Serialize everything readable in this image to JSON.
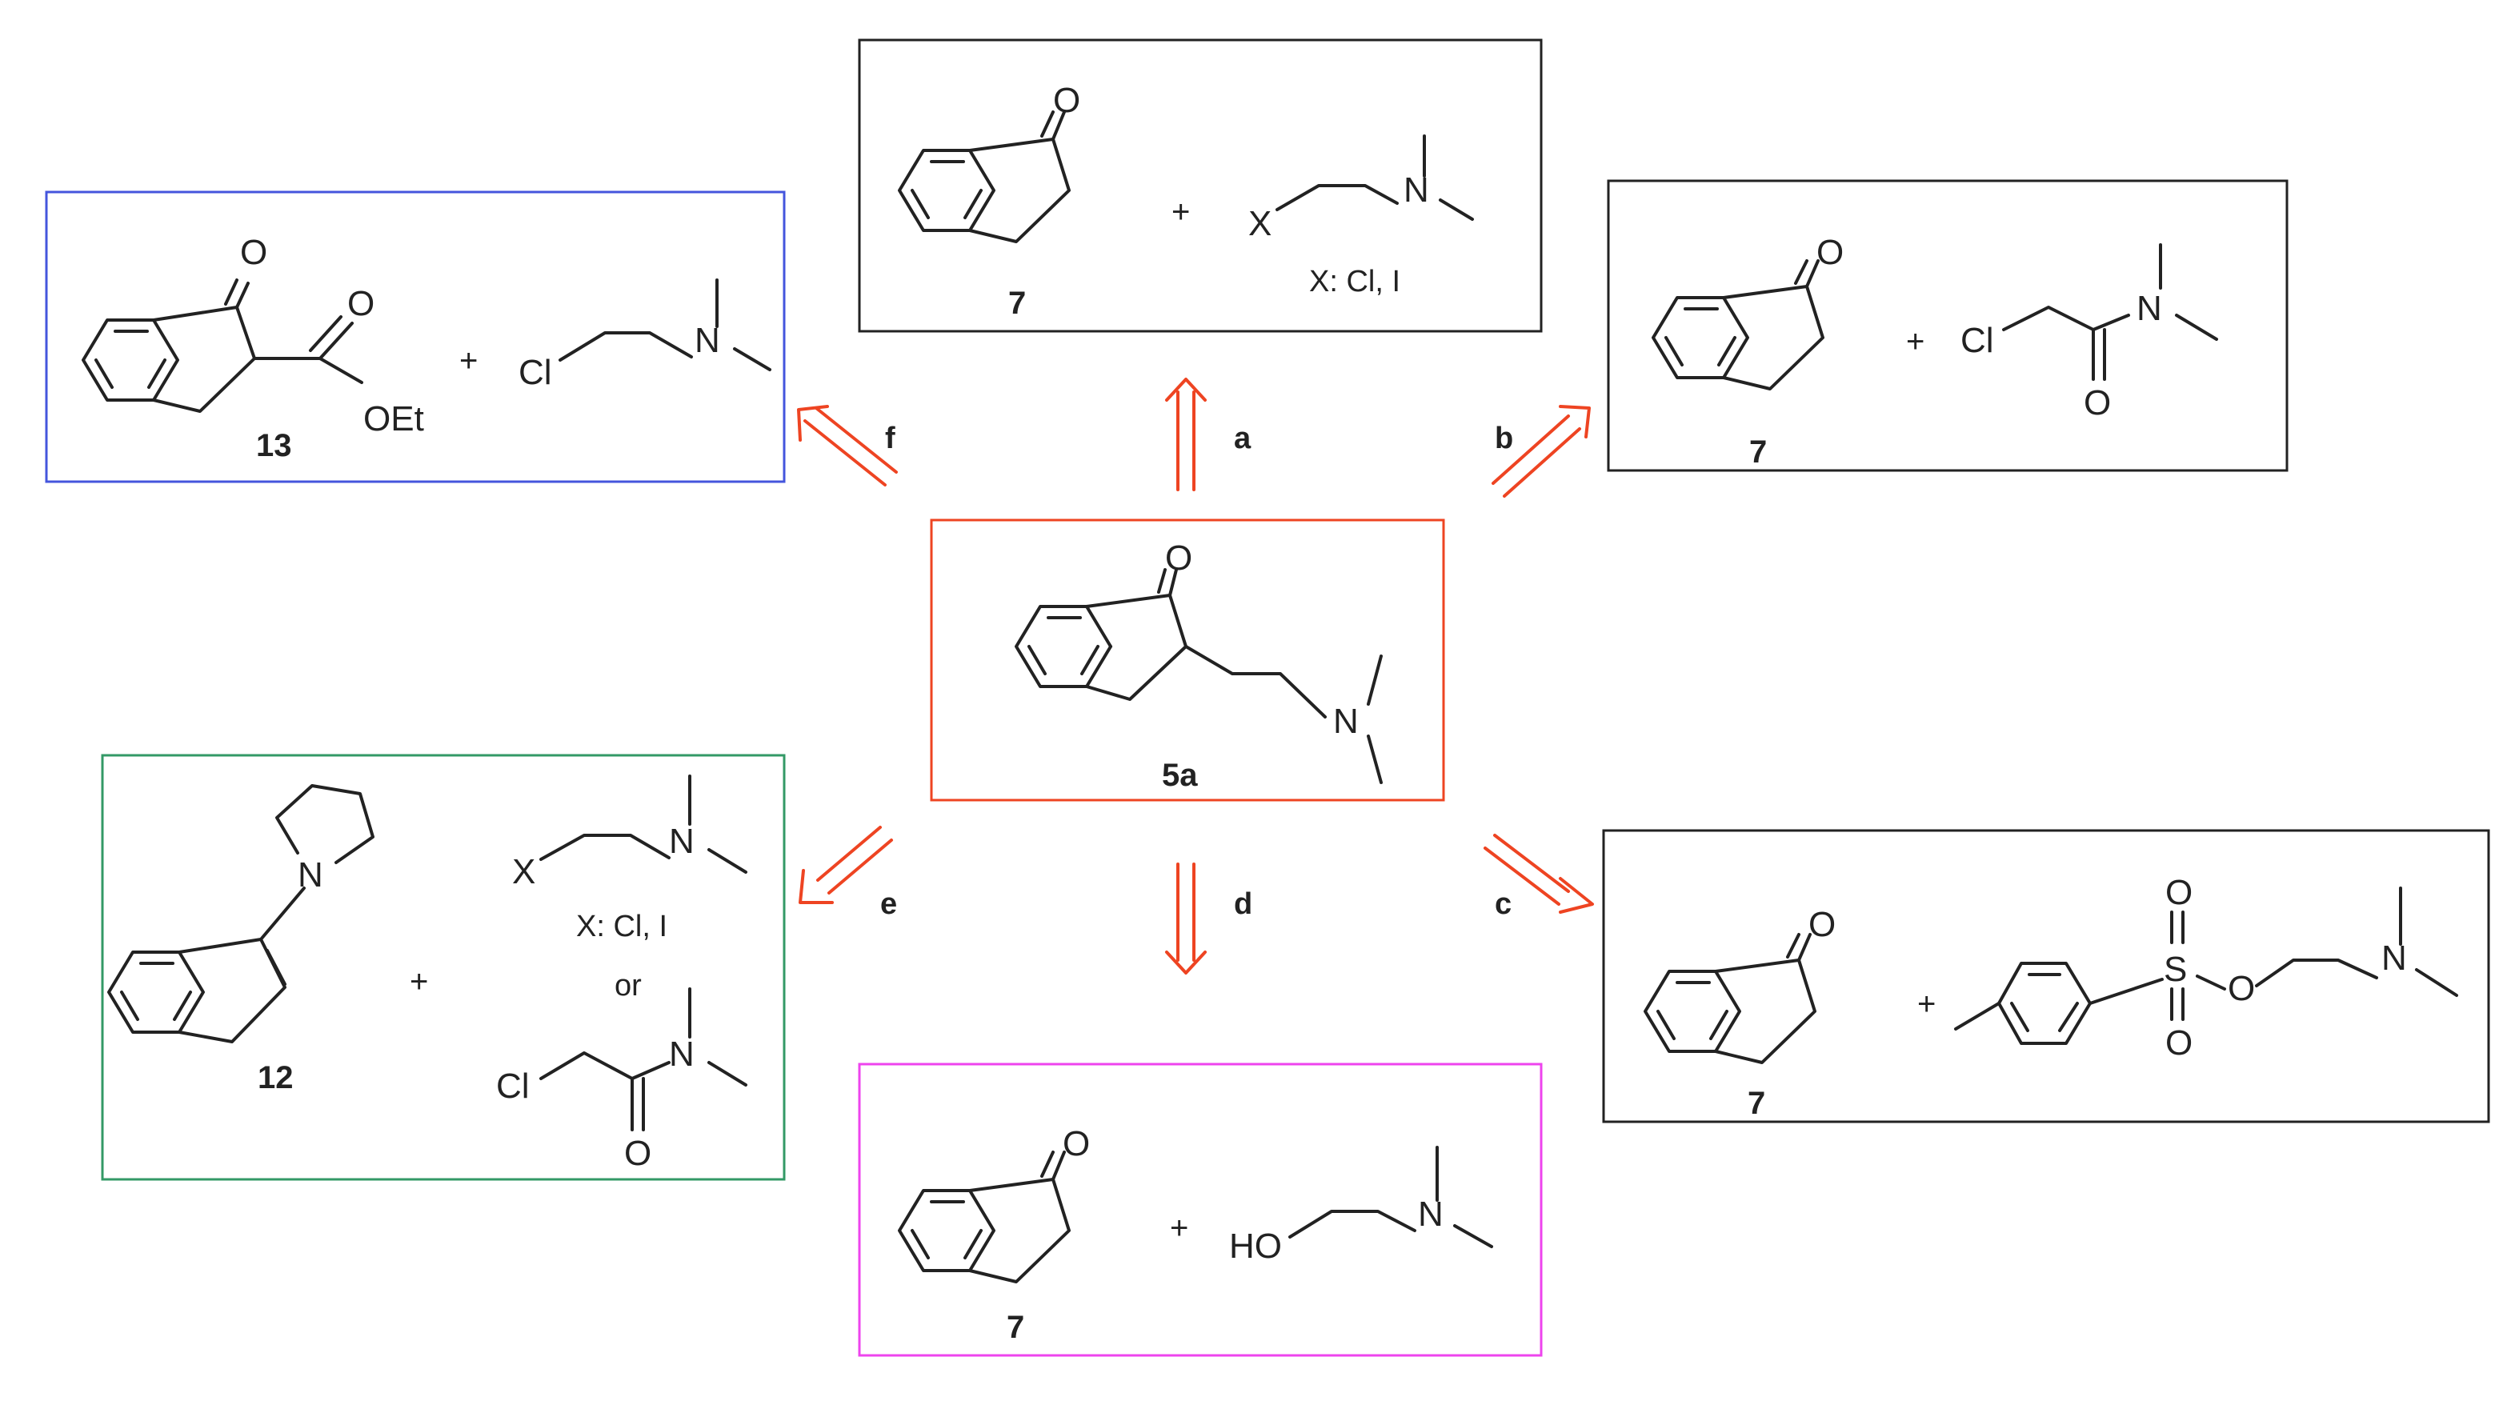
{
  "colors": {
    "center_frame": "#ee4422",
    "arrow": "#ee4422",
    "box_a": "#222222",
    "box_b": "#222222",
    "box_c": "#222222",
    "box_d": "#ee44ee",
    "box_e": "#339966",
    "box_f": "#4455dd"
  },
  "target": {
    "compound": "5a",
    "atoms": {
      "o": "O",
      "n": "N"
    }
  },
  "routes": {
    "a": {
      "label": "a",
      "ketone_compound": "7",
      "ketone_o": "O",
      "plus": "+",
      "reagent": {
        "x": "X",
        "n": "N"
      },
      "note": "X: Cl, I"
    },
    "b": {
      "label": "b",
      "ketone_compound": "7",
      "ketone_o": "O",
      "plus": "+",
      "reagent": {
        "cl": "Cl",
        "n": "N",
        "o": "O"
      }
    },
    "c": {
      "label": "c",
      "ketone_compound": "7",
      "ketone_o": "O",
      "plus": "+",
      "reagent": {
        "s": "S",
        "o1": "O",
        "o2": "O",
        "o3": "O",
        "n": "N"
      }
    },
    "d": {
      "label": "d",
      "ketone_compound": "7",
      "ketone_o": "O",
      "plus": "+",
      "reagent": {
        "ho": "HO",
        "n": "N"
      }
    },
    "e": {
      "label": "e",
      "enamine_compound": "12",
      "enamine_n": "N",
      "plus": "+",
      "reagent1": {
        "x": "X",
        "n": "N"
      },
      "note": "X: Cl, I",
      "or": "or",
      "reagent2": {
        "cl": "Cl",
        "n": "N",
        "o": "O"
      }
    },
    "f": {
      "label": "f",
      "ester_compound": "13",
      "atoms": {
        "o_keto": "O",
        "o_carbonyl": "O",
        "oet": "OEt"
      },
      "plus": "+",
      "reagent": {
        "cl": "Cl",
        "n": "N"
      }
    }
  }
}
